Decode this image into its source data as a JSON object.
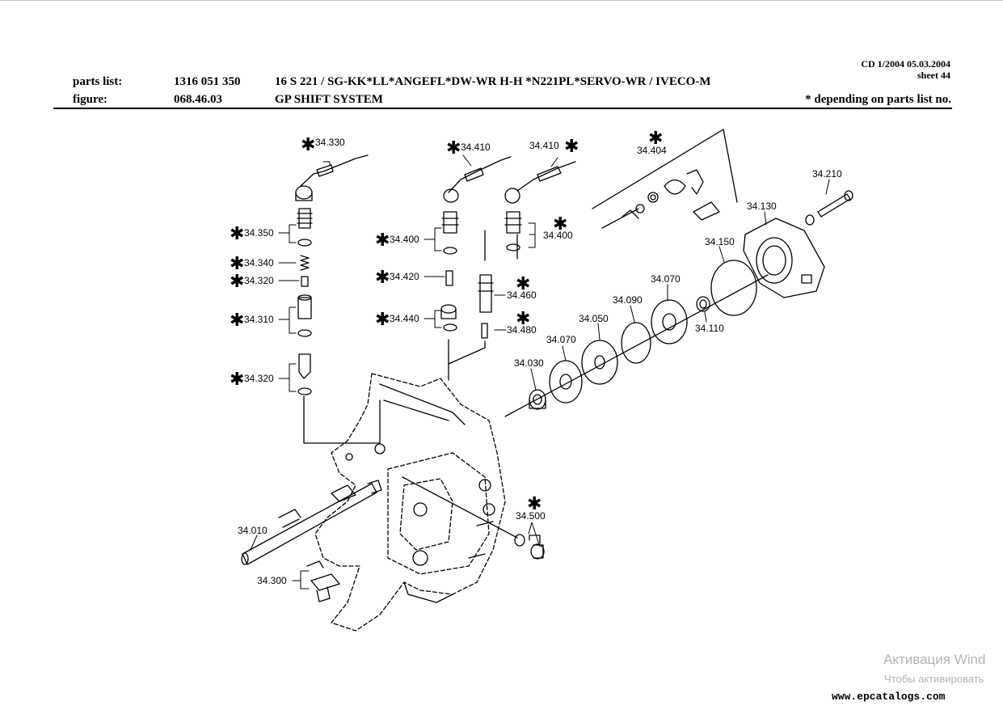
{
  "header": {
    "cd": "CD 1/2004 05.03.2004",
    "sheet": "sheet 44",
    "parts_list_label": "parts list:",
    "parts_list_number": "1316 051 350",
    "parts_list_desc": "16 S 221 / SG-KK*LL*ANGEFL*DW-WR H-H *N221PL*SERVO-WR / IVECO-M",
    "figure_label": "figure:",
    "figure_number": "068.46.03",
    "figure_desc": "GP SHIFT SYSTEM",
    "note": "*  depending on parts list no."
  },
  "callouts": [
    {
      "id": "c1",
      "text": "34.330",
      "star": "✱"
    },
    {
      "id": "c2",
      "text": "34.350",
      "star": "✱"
    },
    {
      "id": "c3",
      "text": "34.340",
      "star": "✱"
    },
    {
      "id": "c4",
      "text": "34.320",
      "star": "✱"
    },
    {
      "id": "c5",
      "text": "34.310",
      "star": "✱"
    },
    {
      "id": "c6",
      "text": "34.320",
      "star": "✱"
    },
    {
      "id": "c7",
      "text": "34.410",
      "star": "✱"
    },
    {
      "id": "c8",
      "text": "34.410",
      "star": "✱"
    },
    {
      "id": "c9",
      "text": "34.400",
      "star": "✱"
    },
    {
      "id": "c10",
      "text": "34.400",
      "star": "✱"
    },
    {
      "id": "c11",
      "text": "34.420",
      "star": "✱"
    },
    {
      "id": "c12",
      "text": "34.460",
      "star": "✱"
    },
    {
      "id": "c13",
      "text": "34.440",
      "star": "✱"
    },
    {
      "id": "c14",
      "text": "34.480",
      "star": "✱"
    },
    {
      "id": "c15",
      "text": "34.404",
      "star": "✱"
    },
    {
      "id": "c16",
      "text": "34.210",
      "star": ""
    },
    {
      "id": "c17",
      "text": "34.130",
      "star": ""
    },
    {
      "id": "c18",
      "text": "34.150",
      "star": ""
    },
    {
      "id": "c19",
      "text": "34.070",
      "star": ""
    },
    {
      "id": "c20",
      "text": "34.090",
      "star": ""
    },
    {
      "id": "c21",
      "text": "34.050",
      "star": ""
    },
    {
      "id": "c22",
      "text": "34.070",
      "star": ""
    },
    {
      "id": "c23",
      "text": "34.030",
      "star": ""
    },
    {
      "id": "c24",
      "text": "34.110",
      "star": ""
    },
    {
      "id": "c25",
      "text": "34.500",
      "star": "✱"
    },
    {
      "id": "c26",
      "text": "34.010",
      "star": ""
    },
    {
      "id": "c27",
      "text": "34.300",
      "star": ""
    }
  ],
  "watermark": {
    "line1": "Активация Wind",
    "line2": "Чтобы активировать"
  },
  "site": "www.epcatalogs.com"
}
